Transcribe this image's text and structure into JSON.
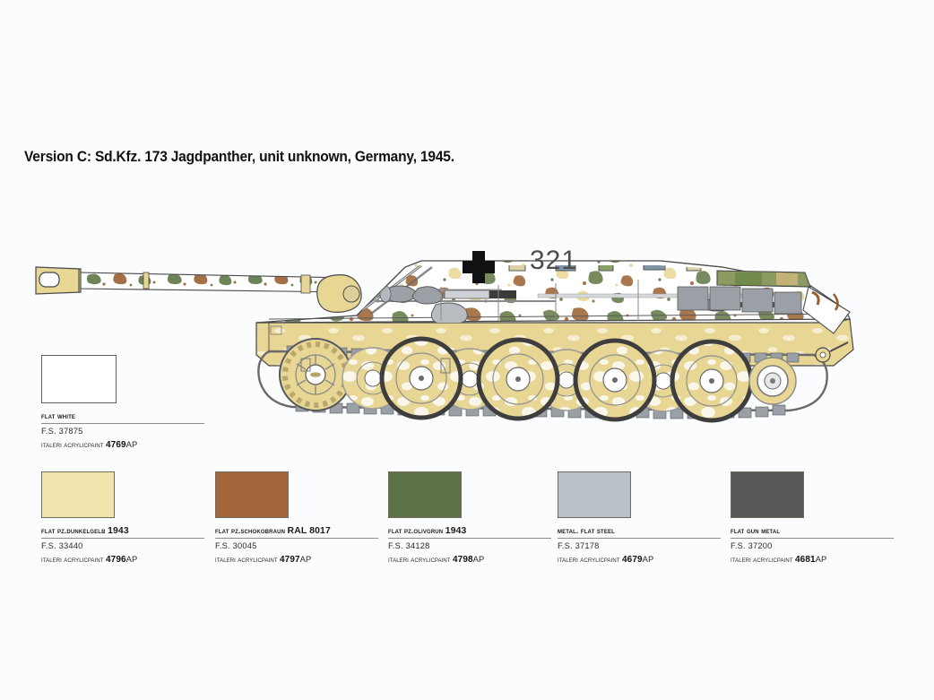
{
  "page": {
    "background_color": "#fbfcfe",
    "title": "Version C: Sd.Kfz. 173 Jagdpanther, unit unknown, Germany, 1945."
  },
  "artwork": {
    "subject": "sd-kfz-173-jagdpanther-side-profile",
    "marking_number": "321",
    "marking_cross": "balkenkreuz",
    "camouflage": "winter whitewash over dunkelgelb with olivgrun and schokobraun patches",
    "colors": {
      "whitewash": "#ffffff",
      "dunkelgelb": "#e8d694",
      "olivgrun": "#5f7743",
      "schokobraun": "#9a5f2e",
      "steel": "#9aa0a6",
      "gun_metal": "#55565a",
      "outline": "#3a3a3a",
      "number_gray": "#4a4a4a"
    }
  },
  "paints": [
    {
      "id": "flat-white",
      "color": "#ffffff",
      "name": "Flat White",
      "name_suffix": "",
      "fs": "F.S. 37875",
      "brand": "Italeri AcrylicPaint",
      "code": "4769",
      "code_suffix": "AP"
    },
    {
      "id": "flat-pz-dunkelgelb-1943",
      "color": "#f3e4ad",
      "name": "Flat Pz.Dunkelgelb",
      "name_suffix": "1943",
      "fs": "F.S. 33440",
      "brand": "Italeri AcrylicPaint",
      "code": "4796",
      "code_suffix": "AP"
    },
    {
      "id": "flat-pz-schokobraun-ral-8017",
      "color": "#a2673a",
      "name": "Flat Pz.Schokobraun",
      "name_suffix": "RAL 8017",
      "fs": "F.S. 30045",
      "brand": "Italeri AcrylicPaint",
      "code": "4797",
      "code_suffix": "AP"
    },
    {
      "id": "flat-pz-olivgrun-1943",
      "color": "#5d7245",
      "name": "Flat Pz.Olivgrun",
      "name_suffix": "1943",
      "fs": "F.S. 34128",
      "brand": "Italeri AcrylicPaint",
      "code": "4798",
      "code_suffix": "AP"
    },
    {
      "id": "metal-flat-steel",
      "color": "#b9c0c7",
      "name": "Metal. Flat Steel",
      "name_suffix": "",
      "fs": "F.S. 37178",
      "brand": "Italeri AcrylicPaint",
      "code": "4679",
      "code_suffix": "AP"
    },
    {
      "id": "flat-gun-metal",
      "color": "#575757",
      "name": "Flat Gun Metal",
      "name_suffix": "",
      "fs": "F.S. 37200",
      "brand": "Italeri AcrylicPaint",
      "code": "4681",
      "code_suffix": "AP"
    }
  ]
}
